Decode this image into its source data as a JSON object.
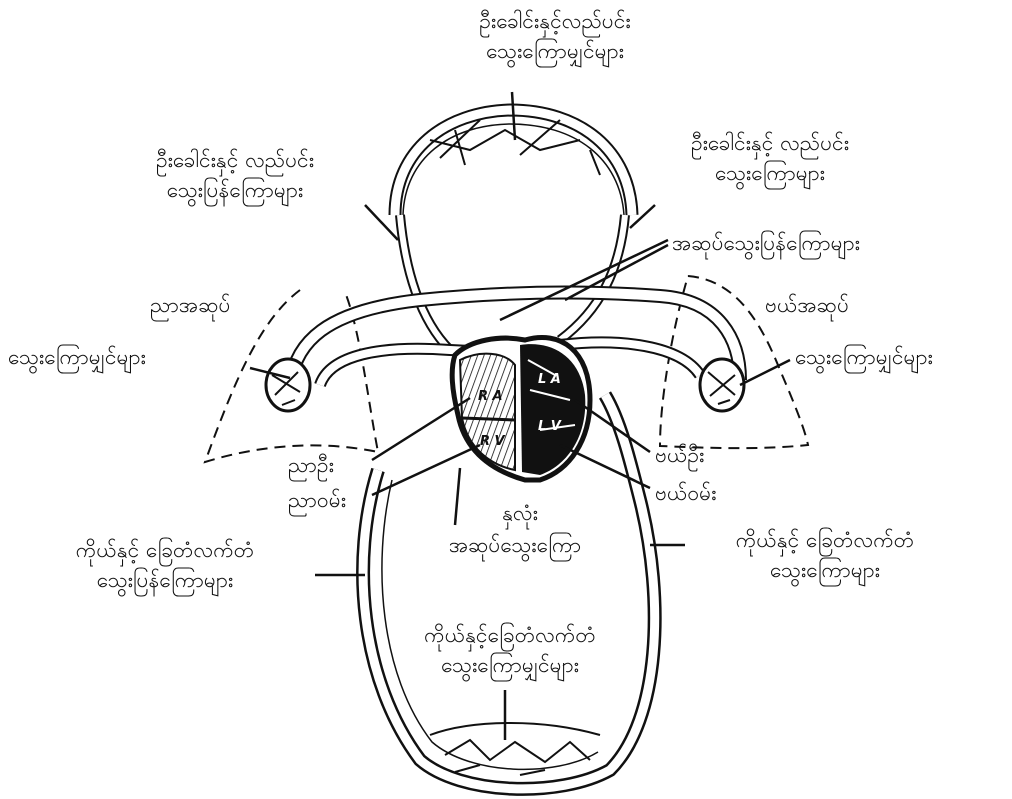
{
  "labels": {
    "head_capillaries": [
      "ဦးခေါင်းနှင့်လည်ပင်း",
      "သွေးကြောမျှင်များ"
    ],
    "head_veins": [
      "ဦးခေါင်းနှင့် လည်ပင်း",
      "သွေးပြန်ကြောများ"
    ],
    "head_arteries": [
      "ဦးခေါင်းနှင့် လည်ပင်း",
      "သွေးကြောများ"
    ],
    "pulmonary_veins": "အဆုပ်သွေးပြန်ကြောများ",
    "right_lung": "ညာအဆုပ်",
    "right_lung_capillaries": "သွေးကြောမျှင်များ",
    "left_lung": "ဗယ်အဆုပ်",
    "left_lung_capillaries": "သွေးကြောမျှင်များ",
    "right_atrium": "ညာဦး",
    "right_ventricle": "ညာဝမ်း",
    "left_atrium": "ဗယ်ဦး",
    "left_ventricle": "ဗယ်ဝမ်း",
    "heart": "နှလုံး",
    "pulmonary_artery": "အဆုပ်သွေးကြော",
    "body_veins": [
      "ကိုယ်နှင့် ခြေတံလက်တံ",
      "သွေးပြန်ကြောများ"
    ],
    "body_arteries": [
      "ကိုယ်နှင့် ခြေတံလက်တံ",
      "သွေးကြောများ"
    ],
    "body_capillaries": [
      "ကိုယ်နှင့်ခြေတံလက်တံ",
      "သွေးကြောမျှင်များ"
    ]
  },
  "chambers": {
    "ra": "R A",
    "rv": "R V",
    "la": "L A",
    "lv": "L V"
  }
}
